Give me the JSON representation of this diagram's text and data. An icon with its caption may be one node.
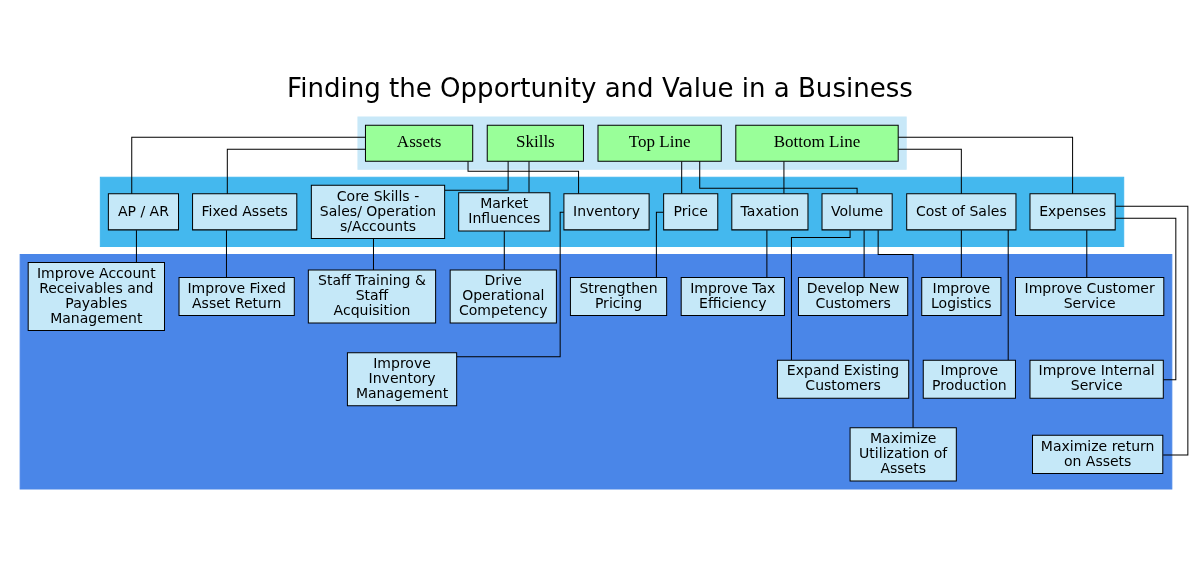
{
  "diagram": {
    "title": "Finding the Opportunity and Value in a Business",
    "nodes": [
      {
        "text": [],
        "shape": "band"
      },
      {
        "text": [],
        "shape": "band"
      },
      {
        "text": [],
        "shape": "band"
      },
      {
        "text": [
          "Top Line"
        ],
        "in": 0
      },
      {
        "text": [
          "Bottom Line"
        ],
        "in": 0
      },
      {
        "text": [
          "Assets"
        ],
        "in": 0
      },
      {
        "text": [
          "Skills"
        ],
        "in": 0
      },
      {
        "text": [
          "Volume"
        ],
        "in": 1
      },
      {
        "text": [
          "Price"
        ],
        "in": 1
      },
      {
        "text": [
          "Expenses"
        ],
        "in": 1
      },
      {
        "text": [
          "Taxation"
        ],
        "in": 1
      },
      {
        "text": [
          "Cost of Sales"
        ],
        "in": 1
      },
      {
        "text": [
          "Fixed Assets"
        ],
        "in": 1
      },
      {
        "text": [
          "AP / AR"
        ],
        "in": 1
      },
      {
        "text": [
          "Inventory"
        ],
        "in": 1
      },
      {
        "text": [
          "Core Skills - Sales/ Operations/Accounts"
        ],
        "in": 1
      },
      {
        "text": [
          "Market Influences"
        ],
        "in": 1
      },
      {
        "text": [
          "Develop New Customers"
        ],
        "in": 2
      },
      {
        "text": [
          "Strengthen Pricing"
        ],
        "in": 2
      },
      {
        "text": [
          "Expand Existing Customers"
        ],
        "in": 2
      },
      {
        "text": [
          "Maximize Utilization of Assets"
        ],
        "in": 2
      },
      {
        "text": [
          "Improve Customer Service"
        ],
        "in": 2
      },
      {
        "text": [
          "Improve Tax Efficiency"
        ],
        "in": 2
      },
      {
        "text": [
          "Improve Internal Service"
        ],
        "in": 2
      },
      {
        "text": [
          "Improve Logistics"
        ],
        "in": 2
      },
      {
        "text": [
          "Maximize return on Assets"
        ],
        "in": 2
      },
      {
        "text": [
          "Improve Production"
        ],
        "in": 2
      },
      {
        "text": [
          "Improve Fixed Asset Return"
        ],
        "in": 2
      },
      {
        "text": [
          "Improve Account Receivables and Payables Management"
        ],
        "in": 2
      },
      {
        "text": [
          "Improve Inventory Management"
        ],
        "in": 2
      },
      {
        "text": [
          "Staff Training & Staff Acquisition"
        ],
        "in": 2
      },
      {
        "text": [
          "Drive Operational Competency"
        ],
        "in": 2
      }
    ],
    "edges": [
      {
        "from": 3,
        "to": 7,
        "arrow": "none"
      },
      {
        "from": 3,
        "to": 8,
        "arrow": "none"
      },
      {
        "from": 4,
        "to": 9,
        "arrow": "none"
      },
      {
        "from": 4,
        "to": 11,
        "arrow": "none"
      },
      {
        "from": 4,
        "to": 10,
        "arrow": "none"
      },
      {
        "from": 5,
        "to": 12,
        "arrow": "none"
      },
      {
        "from": 5,
        "to": 14,
        "arrow": "none"
      },
      {
        "from": 5,
        "to": 13,
        "arrow": "none"
      },
      {
        "from": 6,
        "to": 15,
        "arrow": "none"
      },
      {
        "from": 6,
        "to": 16,
        "arrow": "none"
      },
      {
        "from": 7,
        "to": 17,
        "arrow": "none"
      },
      {
        "from": 7,
        "to": 19,
        "arrow": "none"
      },
      {
        "from": 7,
        "to": 20,
        "arrow": "none"
      },
      {
        "from": 8,
        "to": 18,
        "arrow": "none"
      },
      {
        "from": 9,
        "to": 21,
        "arrow": "none"
      },
      {
        "from": 9,
        "to": 23,
        "arrow": "none"
      },
      {
        "from": 9,
        "to": 25,
        "arrow": "none"
      },
      {
        "from": 10,
        "to": 22,
        "arrow": "none"
      },
      {
        "from": 11,
        "to": 24,
        "arrow": "none"
      },
      {
        "from": 11,
        "to": 26,
        "arrow": "none"
      },
      {
        "from": 12,
        "to": 27,
        "arrow": "none"
      },
      {
        "from": 14,
        "to": 29,
        "arrow": "none"
      },
      {
        "from": 13,
        "to": 28,
        "arrow": "none"
      },
      {
        "from": 15,
        "to": 30,
        "arrow": "none"
      },
      {
        "from": 16,
        "to": 31,
        "arrow": "none"
      }
    ]
  }
}
